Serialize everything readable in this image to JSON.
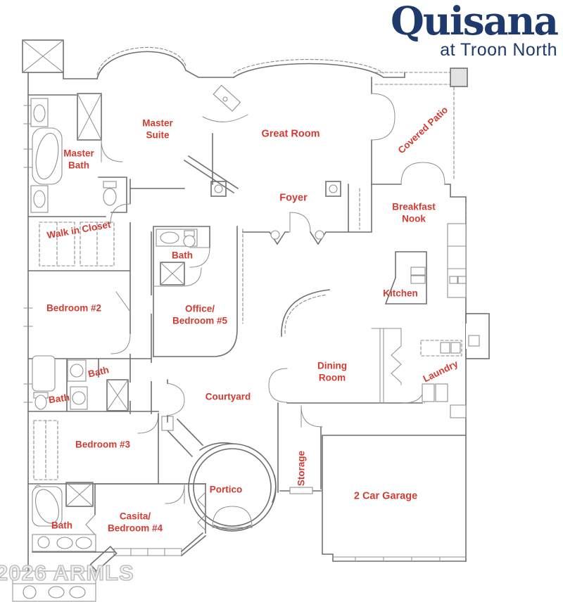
{
  "logo": {
    "title": "Quisana",
    "subtitle": "at Troon North",
    "color": "#1e3a6c"
  },
  "watermark": {
    "text": "2026 ARMLS"
  },
  "palette": {
    "label_red": "#d23b31",
    "logo_navy": "#1e3a6c",
    "wall_gray": "#6f6f6f",
    "fixture_gray": "#8f8f8f",
    "watermark_gray": "#b9b9b9"
  },
  "floorplan": {
    "rooms": [
      {
        "id": "master-bath",
        "label": "Master\nBath"
      },
      {
        "id": "master-suite",
        "label": "Master\nSuite"
      },
      {
        "id": "great-room",
        "label": "Great Room"
      },
      {
        "id": "covered-patio",
        "label": "Covered Patio"
      },
      {
        "id": "foyer",
        "label": "Foyer"
      },
      {
        "id": "breakfast-nook",
        "label": "Breakfast\nNook"
      },
      {
        "id": "walk-in-closet",
        "label": "Walk in Closet"
      },
      {
        "id": "bath-hall",
        "label": "Bath"
      },
      {
        "id": "bedroom-2",
        "label": "Bedroom #2"
      },
      {
        "id": "office-bedroom-5",
        "label": "Office/\nBedroom #5"
      },
      {
        "id": "kitchen",
        "label": "Kitchen"
      },
      {
        "id": "bath-jack-and-jill",
        "label": "Bath"
      },
      {
        "id": "bath-guest",
        "label": "Bath"
      },
      {
        "id": "dining-room",
        "label": "Dining\nRoom"
      },
      {
        "id": "laundry",
        "label": "Laundry"
      },
      {
        "id": "courtyard",
        "label": "Courtyard"
      },
      {
        "id": "bedroom-3",
        "label": "Bedroom #3"
      },
      {
        "id": "storage",
        "label": "Storage"
      },
      {
        "id": "portico",
        "label": "Portico"
      },
      {
        "id": "garage",
        "label": "2 Car Garage"
      },
      {
        "id": "bath-casita",
        "label": "Bath"
      },
      {
        "id": "casita-bedroom-4",
        "label": "Casita/\nBedroom #4"
      }
    ]
  }
}
